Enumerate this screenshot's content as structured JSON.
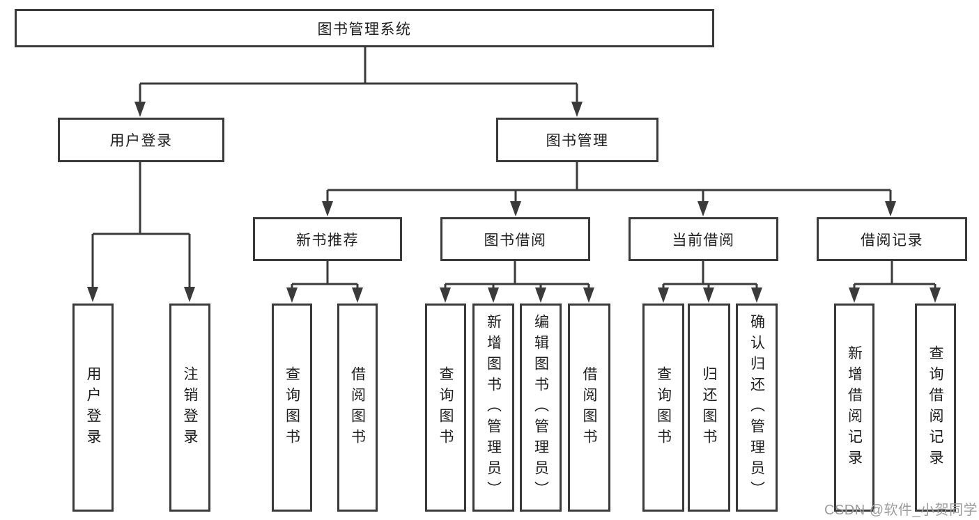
{
  "tree": {
    "root": {
      "label": "图书管理系统",
      "children": [
        {
          "label": "用户登录",
          "children": [
            "用户登录",
            "注销登录"
          ]
        },
        {
          "label": "图书管理",
          "children": [
            {
              "label": "新书推荐",
              "children": [
                "查询图书",
                "借阅图书"
              ]
            },
            {
              "label": "图书借阅",
              "children": [
                "查询图书",
                "新增图书（管理员）",
                "编辑图书（管理员）",
                "借阅图书"
              ]
            },
            {
              "label": "当前借阅",
              "children": [
                "查询图书",
                "归还图书",
                "确认归还（管理员）"
              ]
            },
            {
              "label": "借阅记录",
              "children": [
                "新增借阅记录",
                "查询借阅记录"
              ]
            }
          ]
        }
      ]
    }
  },
  "colors": {
    "line": "#3a3a3a",
    "text": "#1e1e1e",
    "watermark": "#9c9c9c",
    "background": "#ffffff"
  },
  "watermark": {
    "text": "CSDN @软件_小贺同学"
  }
}
